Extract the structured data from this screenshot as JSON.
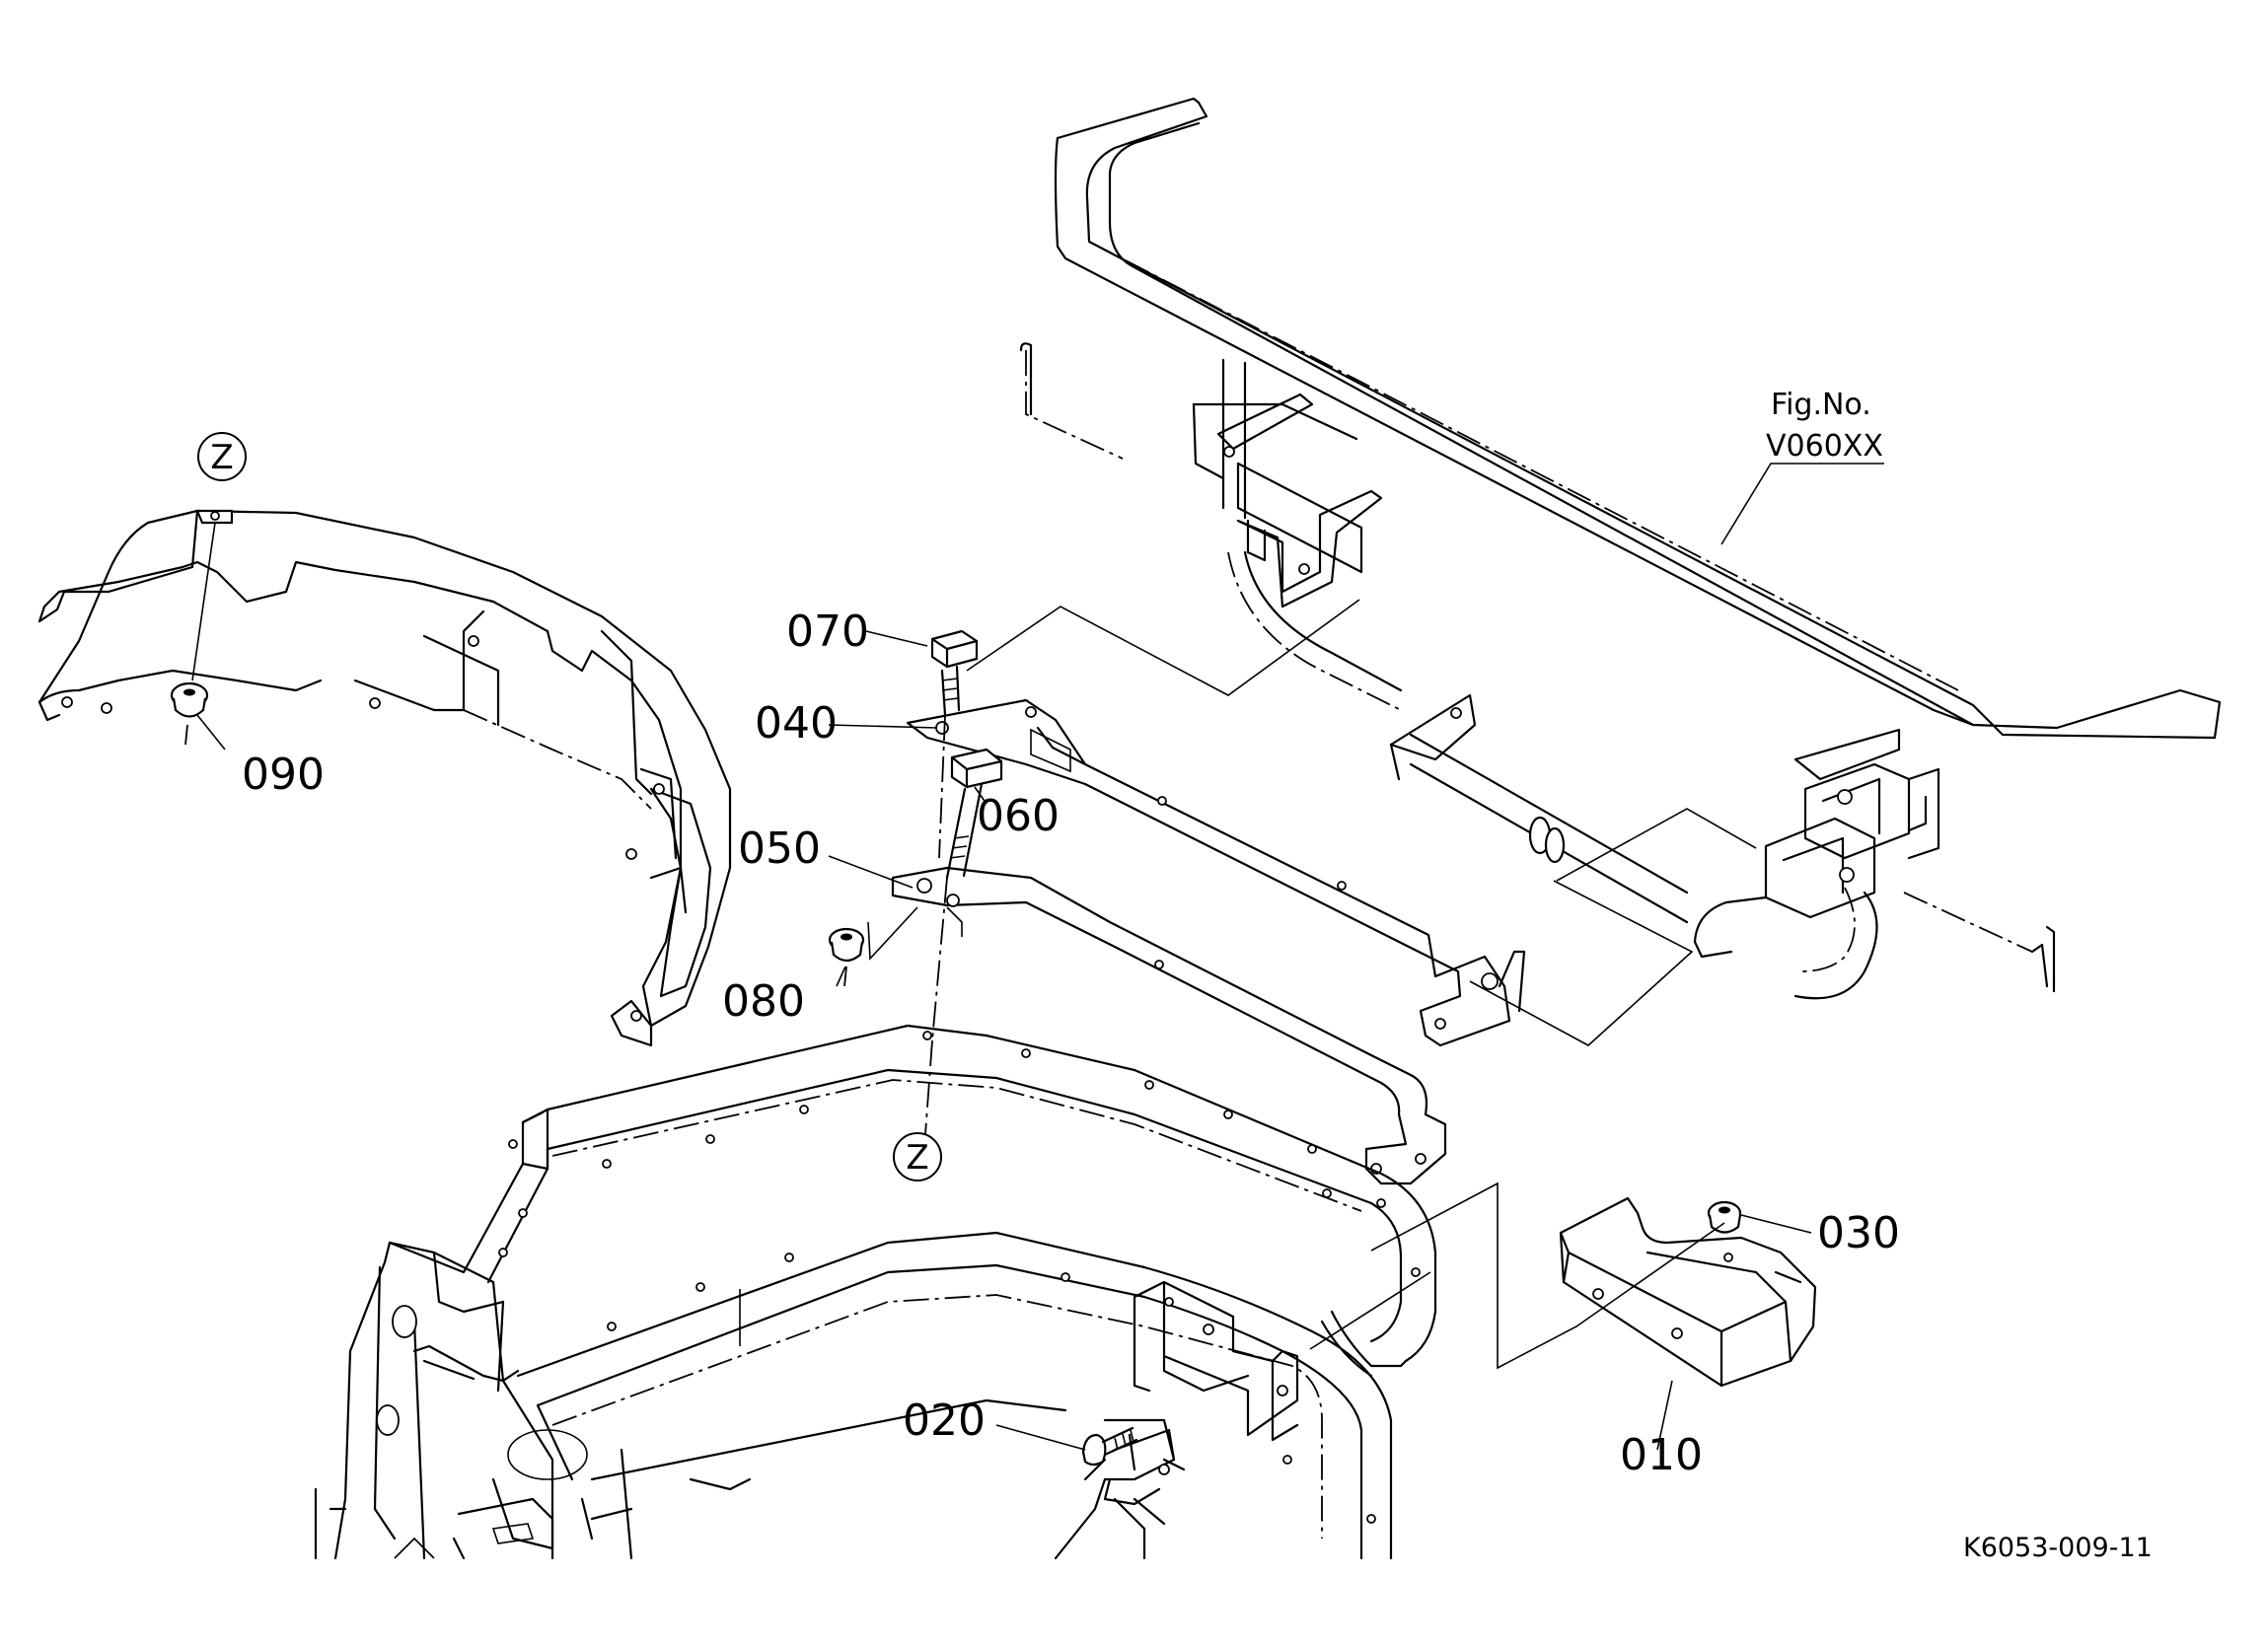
{
  "labels": {
    "p010": "010",
    "p020": "020",
    "p030": "030",
    "p040": "040",
    "p050": "050",
    "p060": "060",
    "p070": "070",
    "p080": "080",
    "p090": "090"
  },
  "reference": {
    "fig_line1": "Fig.No.",
    "fig_line2": "V060XX",
    "marker_top": "Z",
    "marker_bottom": "Z"
  },
  "drawing_code": "K6053-009-11"
}
